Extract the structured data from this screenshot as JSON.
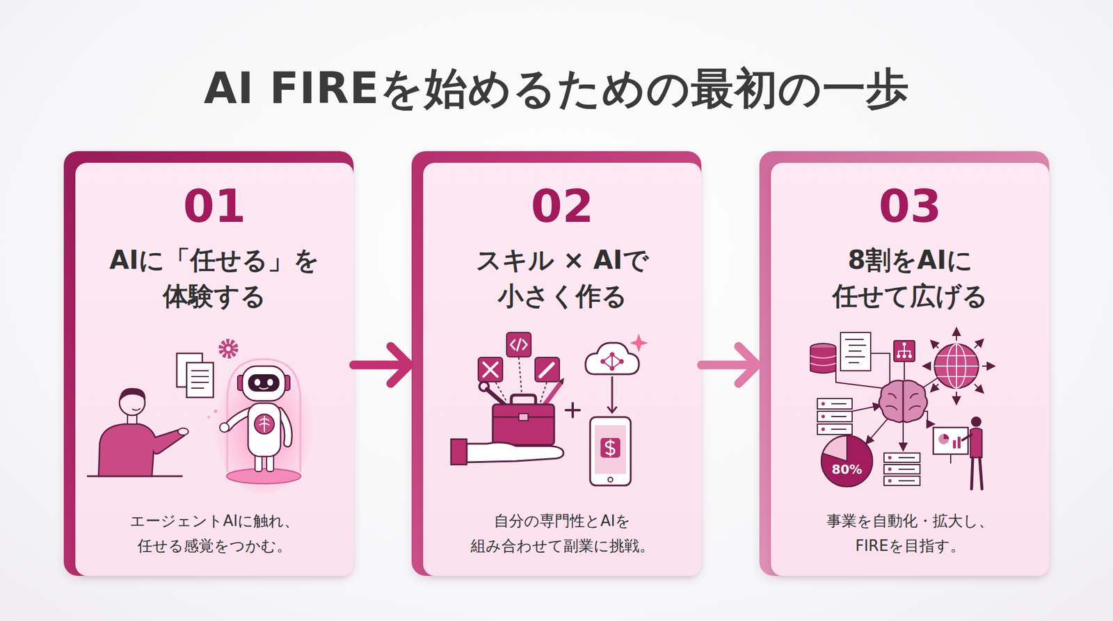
{
  "diagram": {
    "title": "AI FIREを始めるための最初の一歩",
    "nodes": [
      {
        "text": [
          "01",
          "AIに「任せる」を 体験する",
          "エージェントAIに触れ、 任せる感覚をつかむ。"
        ]
      },
      {
        "text": [
          "02",
          "スキル × AIで 小さく作る",
          "自分の専門性とAIを 組み合わせて副業に挑戦。"
        ]
      },
      {
        "text": [
          "03",
          "8割をAIに 任せて広げる",
          "事業を自動化・拡大し、 FIREを目指す。"
        ]
      }
    ],
    "edges": [
      {
        "from": 0,
        "to": 1,
        "arrow": "to"
      },
      {
        "from": 1,
        "to": 2,
        "arrow": "to"
      }
    ],
    "labels": [
      "80%"
    ]
  }
}
